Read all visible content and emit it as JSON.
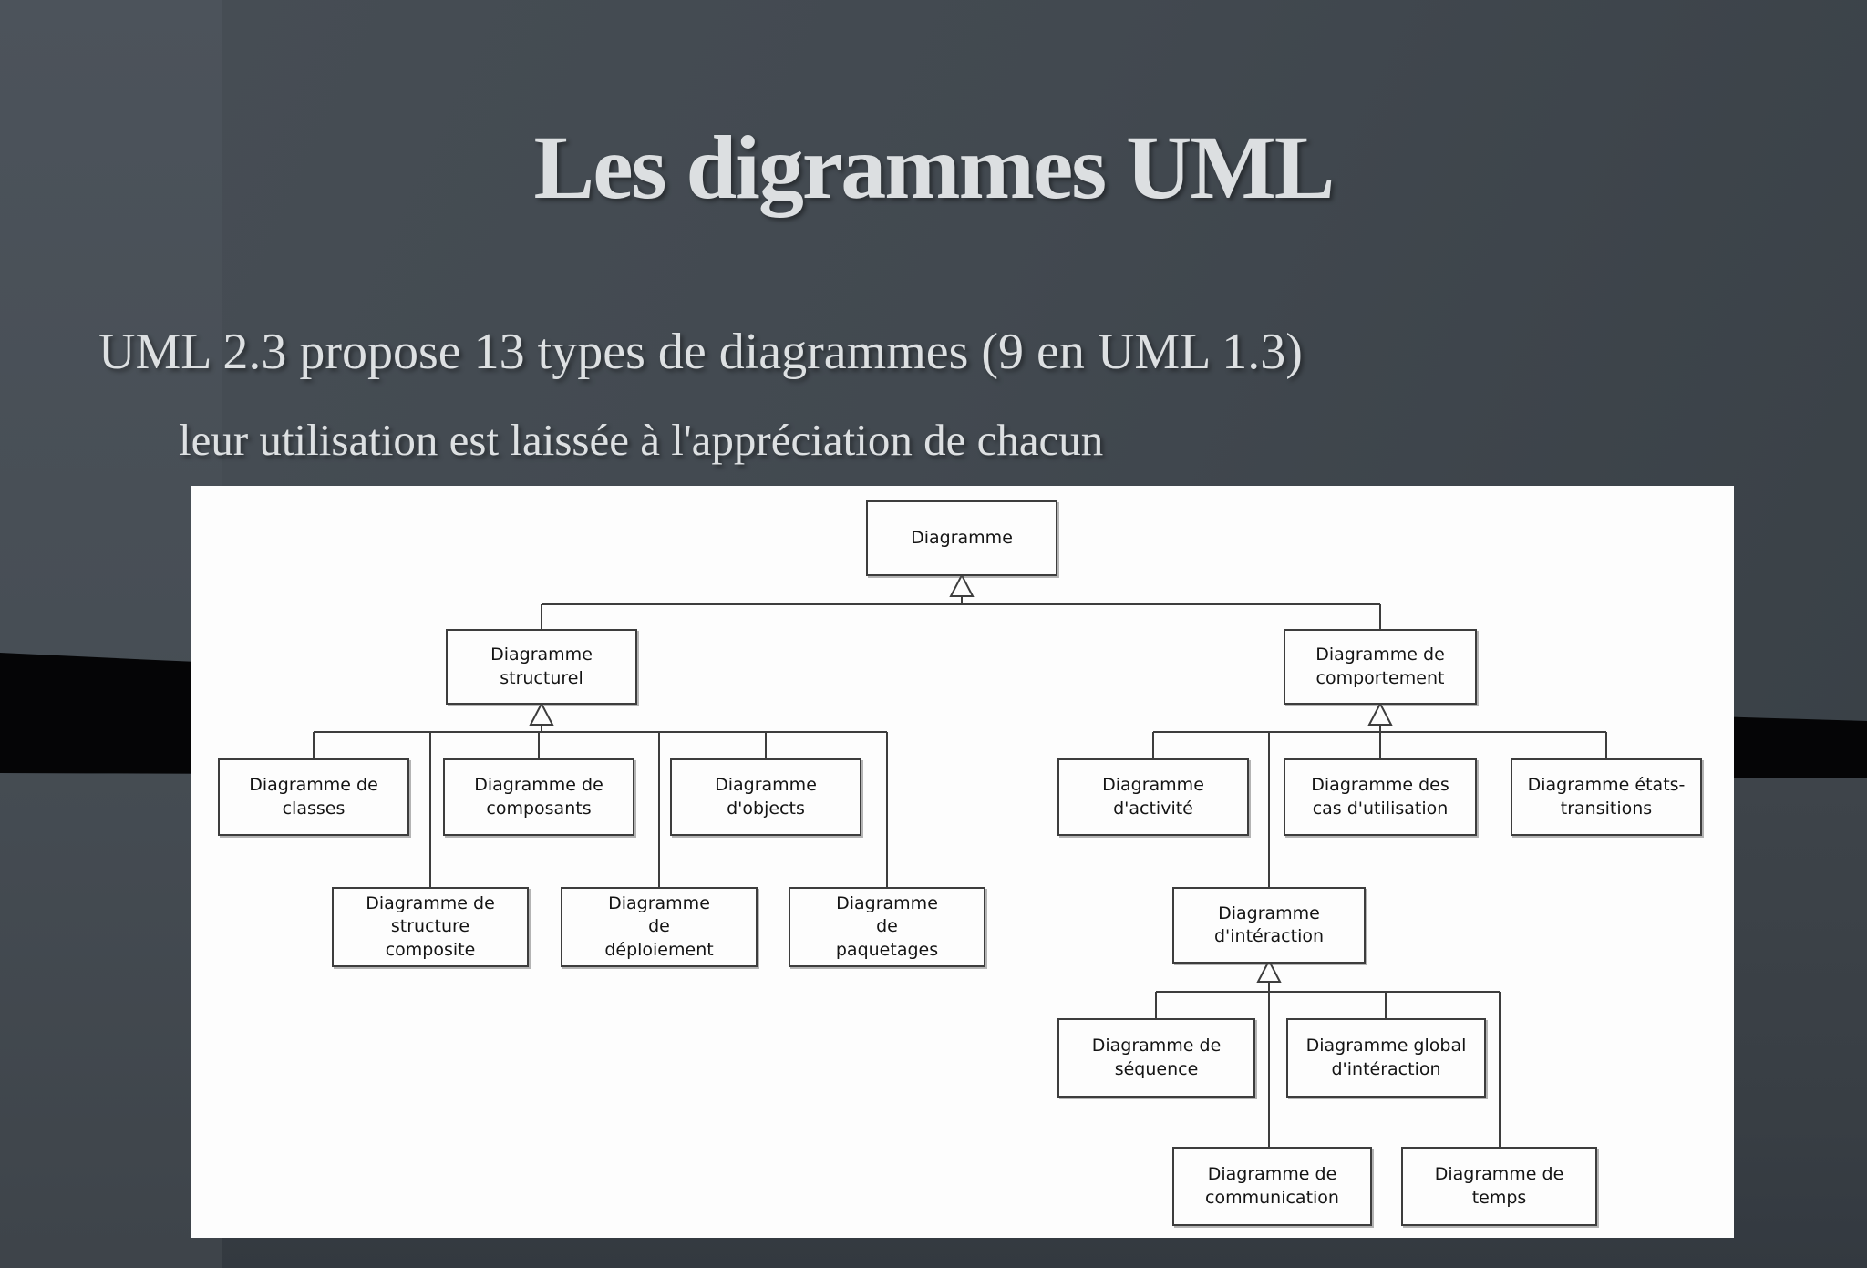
{
  "slide": {
    "title": "Les digrammes UML",
    "body_line1": "UML 2.3 propose 13 types de diagrammes (9 en UML 1.3)",
    "body_line2": "leur utilisation est laissée à l'appréciation de chacun"
  },
  "diagram": {
    "nodes": {
      "root": {
        "label": "Diagramme"
      },
      "structurel": {
        "label": "Diagramme\nstructurel"
      },
      "comportement": {
        "label": "Diagramme de\ncomportement"
      },
      "classes": {
        "label": "Diagramme de\nclasses"
      },
      "composants": {
        "label": "Diagramme de\ncomposants"
      },
      "objects": {
        "label": "Diagramme\nd'objects"
      },
      "activite": {
        "label": "Diagramme\nd'activité"
      },
      "cas_utilisation": {
        "label": "Diagramme des\ncas d'utilisation"
      },
      "etats_transitions": {
        "label": "Diagramme états-\ntransitions"
      },
      "structure_composite": {
        "label": "Diagramme de\nstructure\ncomposite"
      },
      "deploiement": {
        "label": "Diagramme\nde\ndéploiement"
      },
      "paquetages": {
        "label": "Diagramme\nde\npaquetages"
      },
      "interaction": {
        "label": "Diagramme\nd'intéraction"
      },
      "sequence": {
        "label": "Diagramme de\nséquence"
      },
      "global_interaction": {
        "label": "Diagramme global\nd'intéraction"
      },
      "communication": {
        "label": "Diagramme de\ncommunication"
      },
      "temps": {
        "label": "Diagramme de\ntemps"
      }
    },
    "hierarchy": [
      {
        "parent": "Diagramme",
        "children": [
          "Diagramme structurel",
          "Diagramme de comportement"
        ]
      },
      {
        "parent": "Diagramme structurel",
        "children": [
          "Diagramme de classes",
          "Diagramme de composants",
          "Diagramme d'objects",
          "Diagramme de structure composite",
          "Diagramme de déploiement",
          "Diagramme de paquetages"
        ]
      },
      {
        "parent": "Diagramme de comportement",
        "children": [
          "Diagramme d'activité",
          "Diagramme des cas d'utilisation",
          "Diagramme états-transitions",
          "Diagramme d'intéraction"
        ]
      },
      {
        "parent": "Diagramme d'intéraction",
        "children": [
          "Diagramme de séquence",
          "Diagramme global d'intéraction",
          "Diagramme de communication",
          "Diagramme de temps"
        ]
      }
    ],
    "arrow_type": "generalization (hollow triangle pointing to parent)"
  },
  "colors": {
    "background_slate": "#424950",
    "background_left_band": "#4c535b",
    "swoosh_black": "#050506",
    "panel_background": "#fdfdfd",
    "box_border": "#3d3d3d",
    "box_text": "#141414",
    "slide_text": "#dde0e2"
  }
}
